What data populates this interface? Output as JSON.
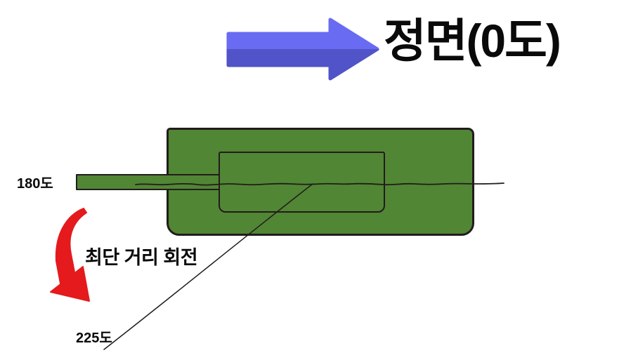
{
  "diagram": {
    "front_label": "정면(0도)",
    "angle_start_label": "180도",
    "angle_target_label": "225도",
    "rotation_label": "최단 거리 회전"
  },
  "icons": {
    "front_direction": "right-arrow-icon",
    "shortest_rotation": "curved-arrow-icon"
  },
  "colors": {
    "body_green": "#518634",
    "outline_dark": "#221c1d",
    "arrow_blue_light": "#696bf2",
    "arrow_blue_dark": "#5153c8",
    "arrow_red": "#e41a1d",
    "label_black": "#0a0a0a"
  }
}
